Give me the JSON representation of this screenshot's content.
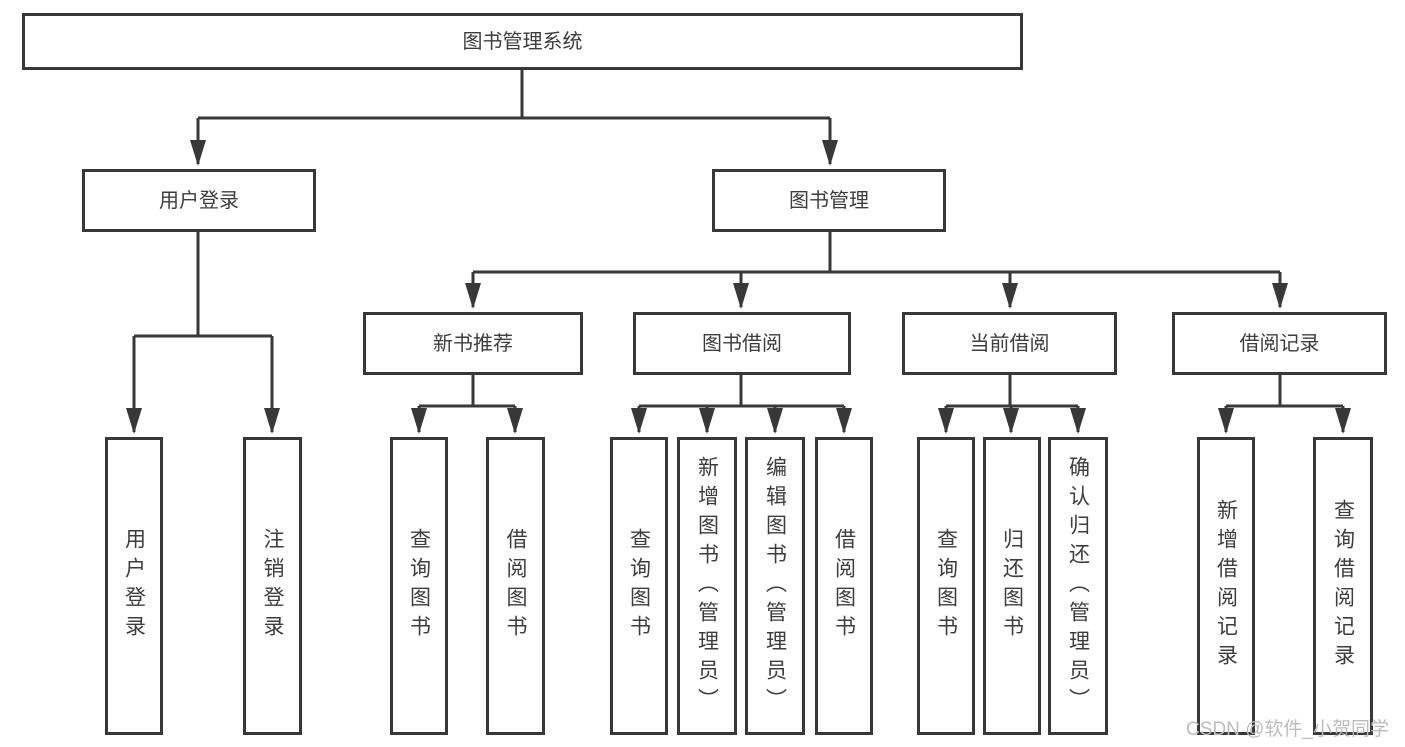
{
  "colors": {
    "line": "#383838",
    "box_border": "#383838",
    "text": "#3d3d3d",
    "watermark": "#bcbcbc"
  },
  "watermark": {
    "text": "CSDN @软件_小贺同学"
  },
  "root": {
    "label": "图书管理系统"
  },
  "branches": {
    "user_login": {
      "label": "用户登录",
      "children": [
        {
          "label": "用户登录"
        },
        {
          "label": "注销登录"
        }
      ]
    },
    "book_management": {
      "label": "图书管理",
      "sections": [
        {
          "label": "新书推荐",
          "children": [
            {
              "label": "查询图书"
            },
            {
              "label": "借阅图书"
            }
          ]
        },
        {
          "label": "图书借阅",
          "children": [
            {
              "label": "查询图书"
            },
            {
              "label": "新增图书（管理员）"
            },
            {
              "label": "编辑图书（管理员）"
            },
            {
              "label": "借阅图书"
            }
          ]
        },
        {
          "label": "当前借阅",
          "children": [
            {
              "label": "查询图书"
            },
            {
              "label": "归还图书"
            },
            {
              "label": "确认归还（管理员）"
            }
          ]
        },
        {
          "label": "借阅记录",
          "children": [
            {
              "label": "新增借阅记录"
            },
            {
              "label": "查询借阅记录"
            }
          ]
        }
      ]
    }
  }
}
